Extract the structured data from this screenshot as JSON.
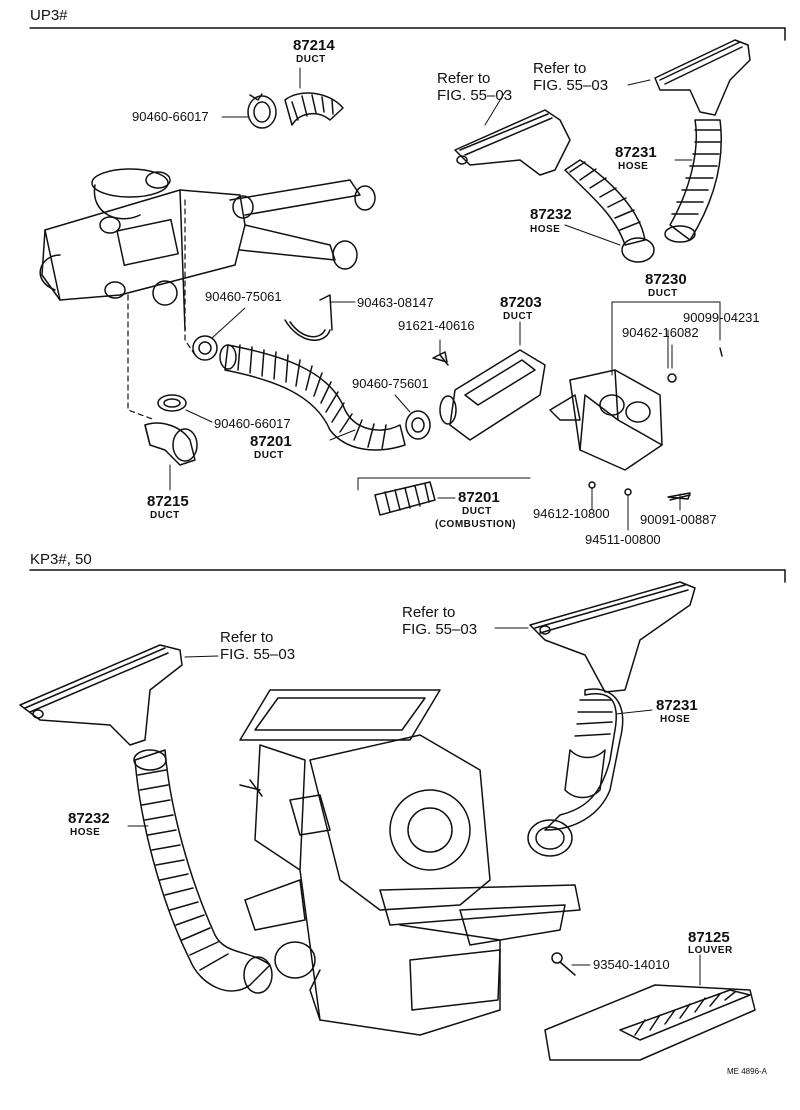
{
  "sections": {
    "top": "UP3#",
    "bottom": "KP3#, 50"
  },
  "labels": {
    "p87214_num": "87214",
    "p87214_name": "DUCT",
    "p90460_66017_a": "90460-66017",
    "ref_a": "Refer to\nFIG. 55–03",
    "ref_b": "Refer to\nFIG. 55–03",
    "p87231_num": "87231",
    "p87231_name": "HOSE",
    "p87232_num": "87232",
    "p87232_name": "HOSE",
    "p87230_num": "87230",
    "p87230_name": "DUCT",
    "p90099_04231": "90099-04231",
    "p90462_16082": "90462-16082",
    "p90460_75061": "90460-75061",
    "p90463_08147": "90463-08147",
    "p87203_num": "87203",
    "p87203_name": "DUCT",
    "p91621_40616": "91621-40616",
    "p90460_75601": "90460-75601",
    "p90460_66017_b": "90460-66017",
    "p87201_num": "87201",
    "p87201_name": "DUCT",
    "p87215_num": "87215",
    "p87215_name": "DUCT",
    "p87201b_num": "87201",
    "p87201b_name": "DUCT",
    "p87201b_note": "(COMBUSTION)",
    "p94612_10800": "94612-10800",
    "p90091_00887": "90091-00887",
    "p94511_00800": "94511-00800",
    "ref_c": "Refer to\nFIG. 55–03",
    "ref_d": "Refer to\nFIG. 55–03",
    "p87231b_num": "87231",
    "p87231b_name": "HOSE",
    "p87232b_num": "87232",
    "p87232b_name": "HOSE",
    "p87125_num": "87125",
    "p87125_name": "LOUVER",
    "p93540_14010": "93540-14010",
    "code": "ME 4896-A"
  }
}
